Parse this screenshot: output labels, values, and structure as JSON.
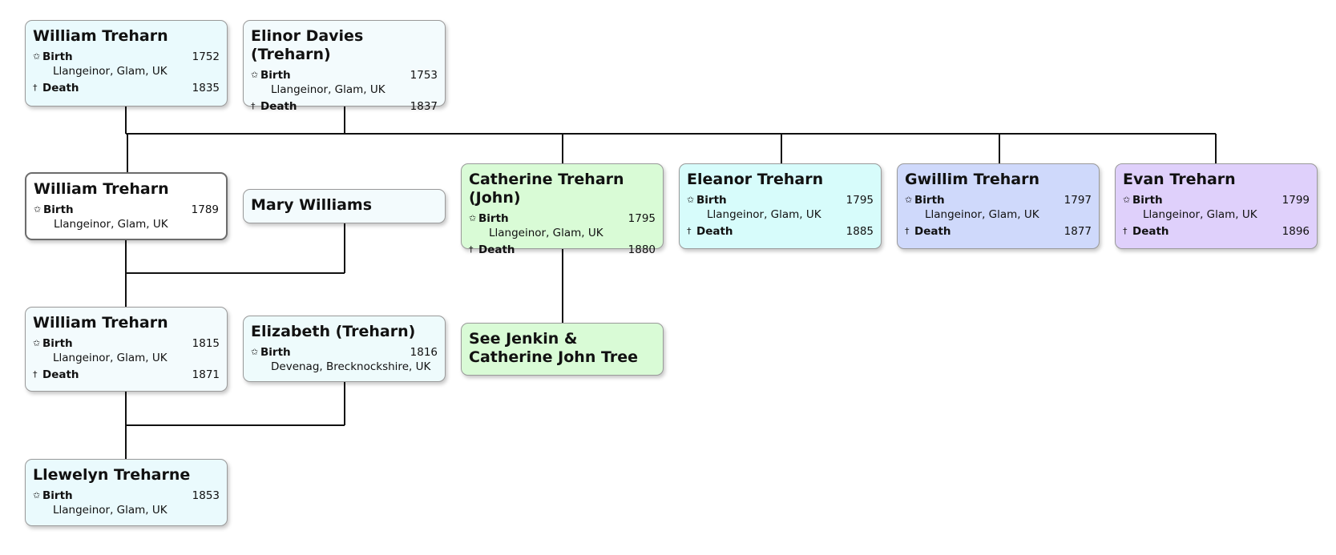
{
  "symbols": {
    "birth": "✩",
    "death": "†"
  },
  "people": [
    {
      "name": "William Treharn",
      "birth": {
        "label": "Birth",
        "year": "1752",
        "place": "Llangeinor, Glam, UK"
      },
      "death": {
        "label": "Death",
        "year": "1835"
      }
    },
    {
      "name": "Elinor Davies (Treharn)",
      "birth": {
        "label": "Birth",
        "year": "1753",
        "place": "Llangeinor, Glam, UK"
      },
      "death": {
        "label": "Death",
        "year": "1837"
      }
    },
    {
      "name": "William Treharn",
      "birth": {
        "label": "Birth",
        "year": "1789",
        "place": "Llangeinor, Glam, UK"
      }
    },
    {
      "name": "Mary Williams"
    },
    {
      "name": "Catherine Treharn (John)",
      "birth": {
        "label": "Birth",
        "year": "1795",
        "place": "Llangeinor, Glam, UK"
      },
      "death": {
        "label": "Death",
        "year": "1880"
      }
    },
    {
      "name": "Eleanor Treharn",
      "birth": {
        "label": "Birth",
        "year": "1795",
        "place": "Llangeinor, Glam, UK"
      },
      "death": {
        "label": "Death",
        "year": "1885"
      }
    },
    {
      "name": "Gwillim Treharn",
      "birth": {
        "label": "Birth",
        "year": "1797",
        "place": "Llangeinor, Glam, UK"
      },
      "death": {
        "label": "Death",
        "year": "1877"
      }
    },
    {
      "name": "Evan Treharn",
      "birth": {
        "label": "Birth",
        "year": "1799",
        "place": "Llangeinor, Glam, UK"
      },
      "death": {
        "label": "Death",
        "year": "1896"
      }
    },
    {
      "name": "William Treharn",
      "birth": {
        "label": "Birth",
        "year": "1815",
        "place": "Llangeinor, Glam, UK"
      },
      "death": {
        "label": "Death",
        "year": "1871"
      }
    },
    {
      "name": "Elizabeth (Treharn)",
      "birth": {
        "label": "Birth",
        "year": "1816",
        "place": "Devenag, Brecknockshire, UK"
      }
    },
    {
      "name": "See Jenkin & Catherine John Tree"
    },
    {
      "name": "Llewelyn Treharne",
      "birth": {
        "label": "Birth",
        "year": "1853",
        "place": "Llangeinor, Glam, UK"
      }
    }
  ]
}
